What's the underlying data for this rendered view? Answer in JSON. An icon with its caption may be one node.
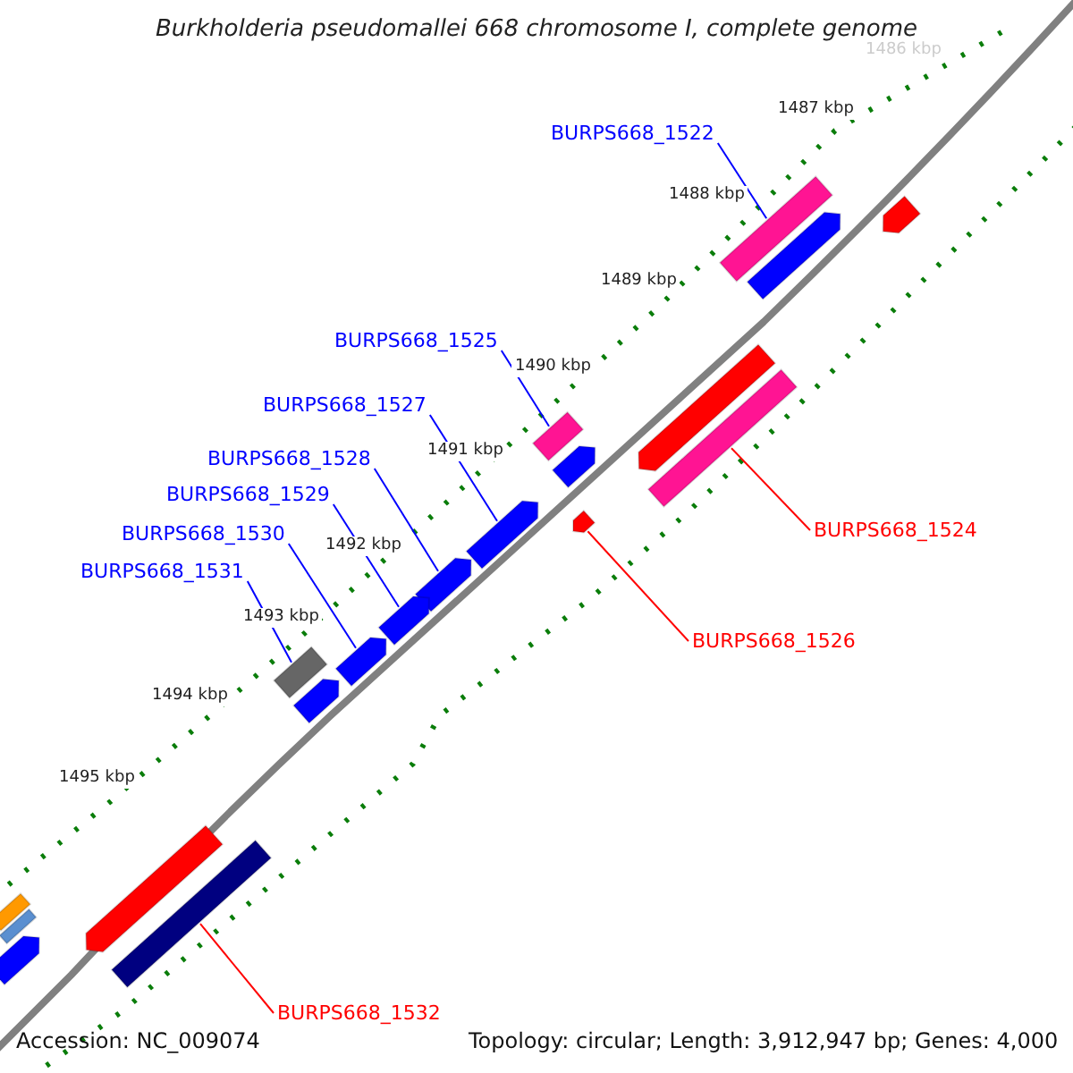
{
  "diagram": {
    "title": "Burkholderia pseudomallei 668 chromosome I, complete genome",
    "nodes": [
      {
        "text": [
          "BURPS668_1522"
        ]
      },
      {
        "text": [],
        "shape": "bar"
      },
      {
        "text": [
          "BURPS668_1525"
        ]
      },
      {
        "text": [],
        "shape": "bar"
      },
      {
        "text": [
          "BURPS668_1527"
        ]
      },
      {
        "text": [],
        "shape": "bar"
      },
      {
        "text": [
          "BURPS668_1528"
        ]
      },
      {
        "text": [],
        "shape": "bar"
      },
      {
        "text": [
          "BURPS668_1529"
        ]
      },
      {
        "text": [],
        "shape": "bar"
      },
      {
        "text": [
          "BURPS668_1530"
        ]
      },
      {
        "text": [],
        "shape": "bar"
      },
      {
        "text": [
          "BURPS668_1531"
        ]
      },
      {
        "text": [],
        "shape": "bar"
      },
      {
        "text": [
          "BURPS668_1524"
        ]
      },
      {
        "text": [],
        "shape": "bar"
      },
      {
        "text": [
          "BURPS668_1526"
        ]
      },
      {
        "text": [],
        "shape": "bar"
      },
      {
        "text": [
          "BURPS668_1532"
        ]
      },
      {
        "text": [],
        "shape": "bar"
      },
      {
        "text": [],
        "shape": "bar"
      },
      {
        "text": [],
        "shape": "bar"
      },
      {
        "text": [],
        "shape": "bar"
      },
      {
        "text": [],
        "shape": "bar"
      },
      {
        "text": [],
        "shape": "bar"
      },
      {
        "text": [],
        "shape": "bar"
      },
      {
        "text": [],
        "shape": "bar"
      },
      {
        "text": [],
        "shape": "bar"
      },
      {
        "text": [],
        "shape": "bar"
      }
    ],
    "edges": [
      {
        "from": 0,
        "to": 1,
        "arrow": "none"
      },
      {
        "from": 2,
        "to": 3,
        "arrow": "none"
      },
      {
        "from": 4,
        "to": 5,
        "arrow": "none"
      },
      {
        "from": 6,
        "to": 7,
        "arrow": "none"
      },
      {
        "from": 8,
        "to": 9,
        "arrow": "none"
      },
      {
        "from": 10,
        "to": 11,
        "arrow": "none"
      },
      {
        "from": 12,
        "to": 13,
        "arrow": "none"
      },
      {
        "from": 14,
        "to": 15,
        "arrow": "none",
        "color": "#ff0000"
      },
      {
        "from": 16,
        "to": 17,
        "arrow": "none",
        "color": "#ff0000"
      },
      {
        "from": 18,
        "to": 19,
        "arrow": "none",
        "color": "#ff0000"
      }
    ],
    "labels": [
      "1486 kbp",
      "1487 kbp",
      "1488 kbp",
      "1489 kbp",
      "1490 kbp",
      "1491 kbp",
      "1492 kbp",
      "1493 kbp",
      "1494 kbp",
      "1495 kbp",
      "Accession: NC_009074",
      "Topology: circular; Length: 3,912,947 bp; Genes: 4,000"
    ]
  }
}
